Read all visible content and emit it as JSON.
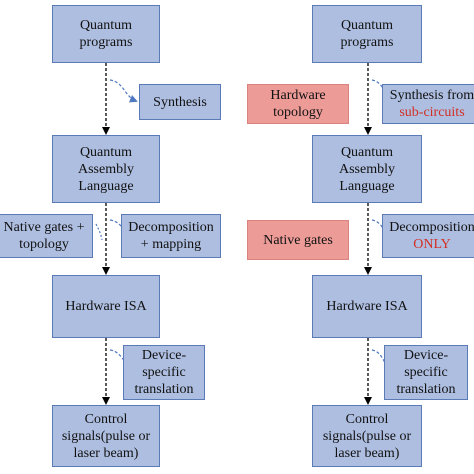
{
  "colors": {
    "box_fill": "#aebee0",
    "box_border": "#5b7bb6",
    "highlight_fill": "#ec9b97",
    "highlight_text": "#d22f25",
    "arrow": "#000000",
    "side_arrow": "#4f79c0"
  },
  "left": {
    "quantum_programs": [
      "Quantum",
      "programs"
    ],
    "synthesis": [
      "Synthesis"
    ],
    "qasm": [
      "Quantum",
      "Assembly",
      "Language"
    ],
    "native_gates_topology": [
      "Native gates +",
      "topology"
    ],
    "decomposition_mapping": [
      "Decomposition",
      "+ mapping"
    ],
    "hardware_isa": [
      "Hardware ISA"
    ],
    "device_translation": [
      "Device-",
      "specific",
      "translation"
    ],
    "control_signals": [
      "Control",
      "signals(pulse or",
      "laser beam)"
    ]
  },
  "right": {
    "quantum_programs": [
      "Quantum",
      "programs"
    ],
    "hardware_topology": [
      "Hardware",
      "topology"
    ],
    "synthesis_from": "Synthesis from",
    "sub_circuits": "sub-circuits",
    "qasm": [
      "Quantum",
      "Assembly",
      "Language"
    ],
    "native_gates": [
      "Native gates"
    ],
    "decomposition": "Decomposition",
    "only": "ONLY",
    "hardware_isa": [
      "Hardware ISA"
    ],
    "device_translation": [
      "Device-",
      "specific",
      "translation"
    ],
    "control_signals": [
      "Control",
      "signals(pulse or",
      "laser beam)"
    ]
  }
}
